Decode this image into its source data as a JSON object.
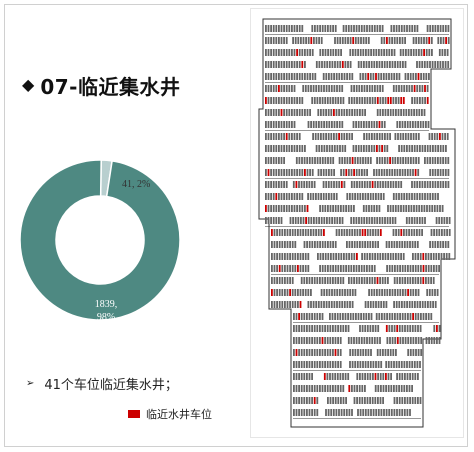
{
  "title": {
    "marker": "◆",
    "text": "07-临近集水井"
  },
  "chart_data": {
    "type": "pie",
    "donut": true,
    "slices": [
      {
        "value": 41,
        "percent": "2%",
        "label": "41, 2%",
        "color": "#b8cfcf"
      },
      {
        "value": 1839,
        "percent": "98%",
        "label_line1": "1839,",
        "label_line2": "98%",
        "color": "#4e8982"
      }
    ]
  },
  "bullet": {
    "arrow": "➢",
    "text": "41个车位临近集水井；"
  },
  "legend": {
    "label": "临近水井车位",
    "color": "#cc0000"
  },
  "colors": {
    "plan_stall": "#666666",
    "plan_wall": "#333333",
    "highlight": "#cc0000"
  }
}
